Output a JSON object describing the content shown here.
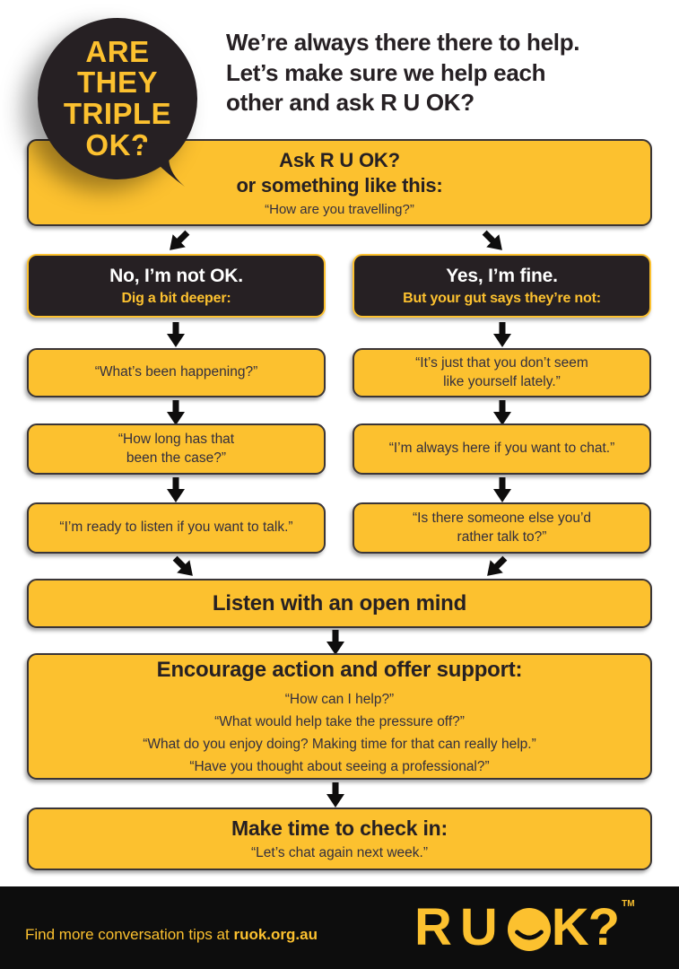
{
  "colors": {
    "yellow": "#fcc12f",
    "dark": "#262023",
    "footer_black": "#0d0d0d",
    "quote_text": "#332f3e",
    "white": "#ffffff"
  },
  "bubble": {
    "lines": [
      "ARE",
      "THEY",
      "TRIPLE",
      "OK?"
    ]
  },
  "intro": {
    "heading_lines": [
      "We’re always there there to help.",
      "Let’s make sure we help each",
      "other and ask R U OK?"
    ]
  },
  "ask": {
    "title": "Ask R U OK?",
    "subtitle": "or something like this:",
    "quote": "“How are you travelling?”"
  },
  "branch_no": {
    "title": "No, I’m not OK.",
    "subtitle": "Dig a bit deeper:",
    "steps": [
      "“What’s been happening?”",
      "“How long has that been the case?”",
      "“I’m ready to listen if you want to talk.”"
    ]
  },
  "branch_yes": {
    "title": "Yes, I’m fine.",
    "subtitle": "But your gut says they’re not:",
    "steps": [
      "“It’s just that you don’t seem like yourself lately.”",
      "“I’m always here if you want to chat.”",
      "“Is there someone else you’d rather talk to?”"
    ]
  },
  "listen": {
    "label": "Listen with an open mind"
  },
  "encourage": {
    "title": "Encourage action and offer support:",
    "quotes": [
      "“How can I help?”",
      "“What would help take the pressure off?”",
      "“What do you enjoy doing? Making time for that can really help.”",
      "“Have you thought about seeing a professional?”"
    ]
  },
  "checkin": {
    "title": "Make time to check in:",
    "quote": "“Let’s chat again next week.”"
  },
  "footer": {
    "tip_prefix": "Find more conversation tips at ",
    "tip_link": "ruok.org.au",
    "logo": {
      "part1": "R",
      "part2": "U",
      "part3": "K?",
      "tm": "TM"
    }
  }
}
